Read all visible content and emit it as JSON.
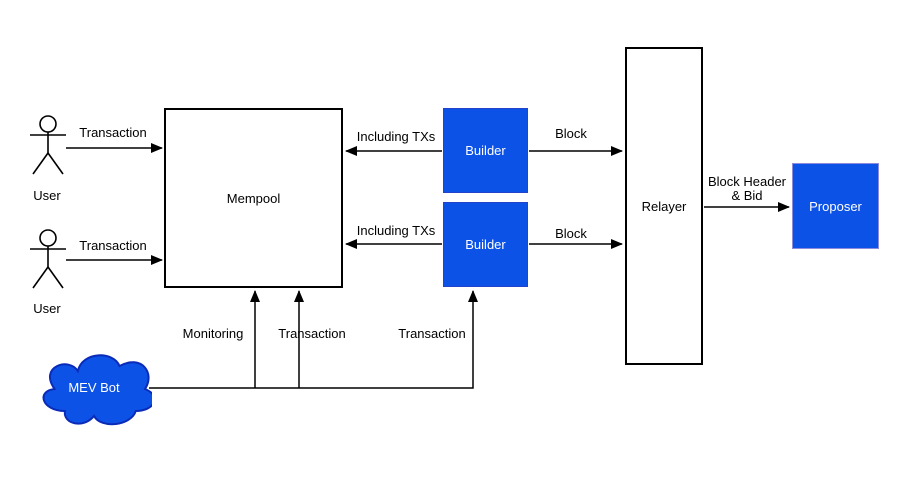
{
  "colors": {
    "node_blue_fill": "#0d52e6",
    "cloud_fill": "#0d52e6",
    "cloud_stroke": "#0a2bb8",
    "box_stroke": "#000000",
    "node_text_white": "#ffffff",
    "label_text": "#000000",
    "background": "#ffffff"
  },
  "nodes": {
    "user1": {
      "label": "User"
    },
    "user2": {
      "label": "User"
    },
    "mempool": {
      "label": "Mempool"
    },
    "builder1": {
      "label": "Builder"
    },
    "builder2": {
      "label": "Builder"
    },
    "relayer": {
      "label": "Relayer"
    },
    "proposer": {
      "label": "Proposer"
    },
    "mev_bot": {
      "label": "MEV Bot"
    }
  },
  "edge_labels": {
    "user1_transaction": "Transaction",
    "user2_transaction": "Transaction",
    "builder1_including_txs": "Including TXs",
    "builder2_including_txs": "Including TXs",
    "builder1_block": "Block",
    "builder2_block": "Block",
    "block_header_line1": "Block Header",
    "block_header_line2": "& Bid",
    "monitoring": "Monitoring",
    "mevbot_transaction_mempool": "Transaction",
    "mevbot_transaction_builder": "Transaction"
  }
}
